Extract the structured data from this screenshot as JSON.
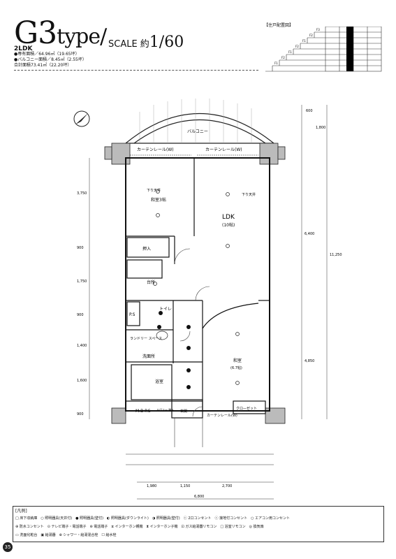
{
  "header": {
    "type_prefix": "G3",
    "type_suffix": "type",
    "scale_label": "SCALE 約",
    "scale_value": "1/60",
    "plan_code": "2LDK",
    "area_private": "●専有面積／64.96㎡（19.65坪）",
    "area_balcony": "●バルコニー面積／8.45㎡（2.55坪）",
    "area_total": "合計面積73.41㎡（22.20坪）"
  },
  "keyplan": {
    "title": "【住戸配置図】",
    "floors": [
      "F3",
      "F2",
      "F1",
      "F2",
      "F1",
      "F2",
      "F1",
      "F2",
      "F1"
    ]
  },
  "rooms": {
    "ldk": "LDK",
    "ldk_size": "(10帖)",
    "western": "和室",
    "western_alt": "(6.7帖)",
    "japanese": "和室3帖",
    "storage": "押入",
    "kitchen": "台所",
    "toilet": "トイレ",
    "laundry": "ランドリー\nスペース",
    "washroom": "洗面所",
    "bath": "浴室",
    "entrance": "玄関",
    "shoes": "ルヴァー\n物入",
    "closet": "クロ—ゼット",
    "balcony": "バルコニー",
    "ps1": "P.S",
    "ps2": "M.B\nP.S",
    "curtain1": "カーテンレール(W)",
    "curtain2": "カーテンレール(W)",
    "curtain3": "カーテンレール(W)",
    "ceiling1": "下り天井",
    "ceiling2": "下り天井"
  },
  "dimensions": {
    "top": "600",
    "d1": "1,800",
    "d2": "3,750",
    "d3": "900",
    "d4": "1,750",
    "d5": "900",
    "d6": "1,400",
    "d7": "1,600",
    "d8": "900",
    "r1": "6,400",
    "r2": "11,250",
    "r3": "4,850",
    "b1": "1,980",
    "b2": "1,150",
    "b3": "2,700",
    "b_total": "6,800"
  },
  "legend": {
    "title": "[凡例]",
    "row1": "□ 床下収納庫　○ 照明器具(天井付)　● 照明器具(壁付)　◐ 照明器具(ダウンライト)　◑ 照明器具(壁付)　ⓒ 2口コンセント　ⓒ 接地付コンセント　○ エアコン用コンセント",
    "row2": "⊕ 防水コンセント　⊙ テレビ端子・電話端子　⊛ 電話端子　⧖ インターホン親機　⧗ インターホン子機　⊡ ガス給湯器リモコン　□ 浴室リモコン　◎ 換気扇",
    "row3": "▭ 洗面化粧台　▣ 給湯器　⊕ シャワー・給湯混合栓　☐ 給水栓"
  },
  "page_number": "35"
}
